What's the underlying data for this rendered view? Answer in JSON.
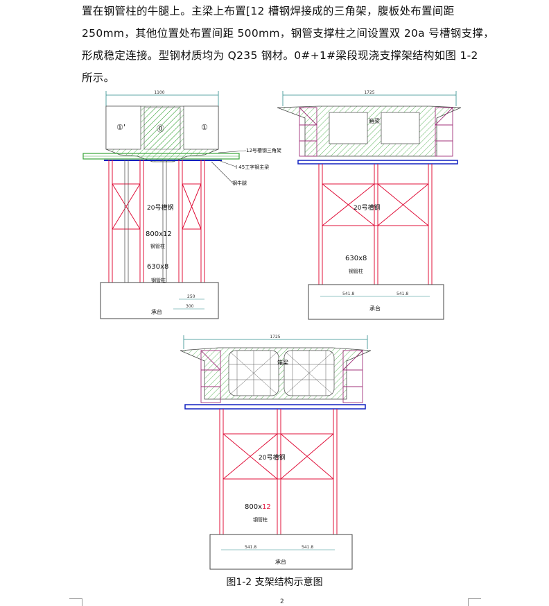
{
  "paragraph": {
    "lines": [
      "置在钢管柱的牛腿上。主梁上布置[12 槽钢焊接成的三角架，腹板处布置间距",
      "250mm，其他位置处布置间距 500mm，钢管支撑柱之间设置双 20a 号槽钢支撑，",
      "形成稳定连接。型钢材质均为 Q235 钢材。0#+1#梁段现浇支撑架结构如图 1-2",
      "所示。"
    ]
  },
  "figure_left": {
    "dim_top": "1100",
    "cell_left": "①'",
    "cell_mid": "⓪",
    "cell_right": "①",
    "callout_triangle": "12号槽钢三角架",
    "callout_main_beam": "I 45工字钢主梁",
    "callout_bracket": "钢牛腿",
    "brace_label": "20号槽钢",
    "pipe_spec": "800x12",
    "pipe_label": "钢管柱",
    "pipe_spec_inner": "630x8",
    "pipe_label_inner": "钢管柱",
    "dim_bottom_a": "250",
    "dim_bottom_b": "300",
    "footing_label": "承台"
  },
  "figure_right": {
    "dim_top": "1725",
    "box_label": "箱梁",
    "brace_label": "20号槽钢",
    "pipe_spec": "630x8",
    "pipe_label": "钢管柱",
    "dim_a": "541.8",
    "dim_b": "541.8",
    "footing_label": "承台"
  },
  "figure_bottom": {
    "dim_top": "1725",
    "box_label": "箱梁",
    "brace_label": "20号槽钢",
    "pipe_spec_black": "800x",
    "pipe_spec_red": "12",
    "pipe_label": "钢管柱",
    "dim_a": "541.8",
    "dim_b": "541.8",
    "footing_label": "承台"
  },
  "caption": "图1-2 支架结构示意图",
  "page_number": "2",
  "colors": {
    "hatch": "#3aa53a",
    "pipe_red": "#e0103a",
    "frame_purple": "#a0307a",
    "beam_blue": "#1020c0",
    "dim_teal": "#2a8a8a"
  }
}
